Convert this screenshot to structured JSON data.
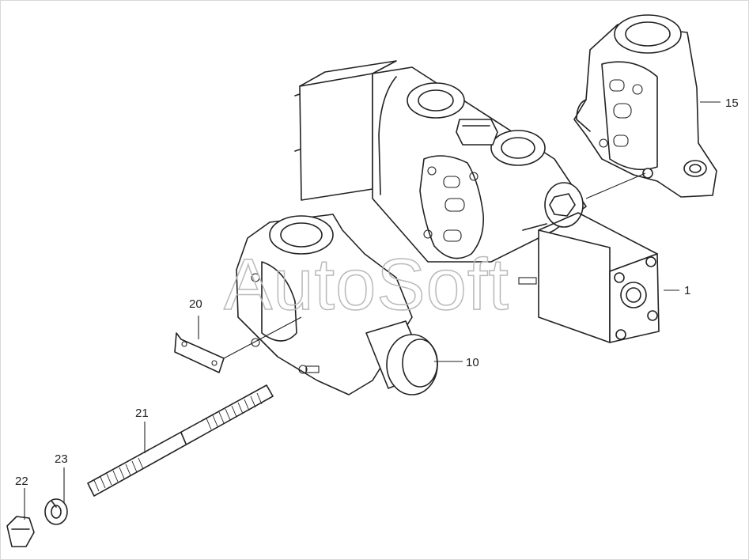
{
  "watermark": "AutoSoft",
  "callouts": {
    "part_1": "1",
    "part_10": "10",
    "part_15": "15",
    "part_20": "20",
    "part_21": "21",
    "part_22": "22",
    "part_23": "23"
  }
}
